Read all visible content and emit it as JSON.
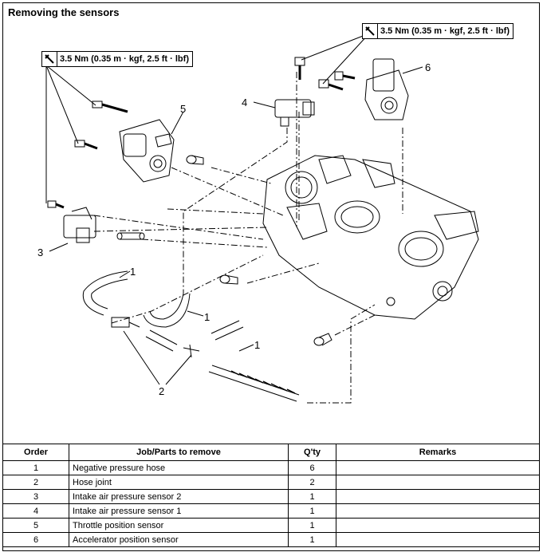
{
  "title": "Removing the sensors",
  "torque_specs": [
    {
      "label": "3.5 Nm (0.35 m · kgf, 2.5 ft · lbf)",
      "icon": "torque-wrench-icon"
    },
    {
      "label": "3.5 Nm (0.35 m · kgf, 2.5 ft · lbf)",
      "icon": "torque-wrench-icon"
    }
  ],
  "callouts": [
    "1",
    "1",
    "1",
    "2",
    "3",
    "4",
    "5",
    "6"
  ],
  "table": {
    "headers": [
      "Order",
      "Job/Parts to remove",
      "Q'ty",
      "Remarks"
    ],
    "rows": [
      {
        "order": "1",
        "part": "Negative pressure hose",
        "qty": "6",
        "remarks": ""
      },
      {
        "order": "2",
        "part": "Hose joint",
        "qty": "2",
        "remarks": ""
      },
      {
        "order": "3",
        "part": "Intake air pressure sensor 2",
        "qty": "1",
        "remarks": ""
      },
      {
        "order": "4",
        "part": "Intake air pressure sensor 1",
        "qty": "1",
        "remarks": ""
      },
      {
        "order": "5",
        "part": "Throttle position sensor",
        "qty": "1",
        "remarks": ""
      },
      {
        "order": "6",
        "part": "Accelerator position sensor",
        "qty": "1",
        "remarks": ""
      }
    ]
  }
}
